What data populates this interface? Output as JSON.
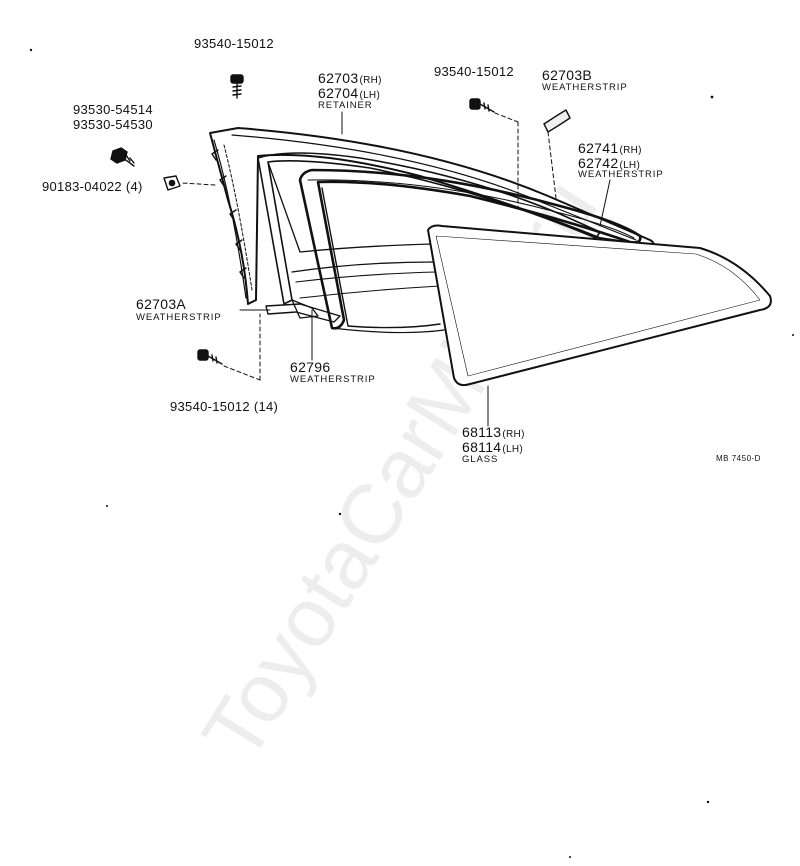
{
  "watermark": "ToyotaCarMine.ru",
  "callouts": {
    "screw_top": "93540-15012",
    "bolt_top_left_a": "93530-54514",
    "bolt_top_left_b": "93530-54530",
    "nut": "90183-04022 (4)",
    "retainer_rh": "62703",
    "retainer_rh_suffix": "(RH)",
    "retainer_lh": "62704",
    "retainer_lh_suffix": "(LH)",
    "retainer_desc": "RETAINER",
    "screw_top_right": "93540-15012",
    "weatherstrip_b": "62703B",
    "weatherstrip_b_desc": "WEATHERSTRIP",
    "weatherstrip_rh": "62741",
    "weatherstrip_rh_suffix": "(RH)",
    "weatherstrip_lh": "62742",
    "weatherstrip_lh_suffix": "(LH)",
    "weatherstrip_rhlh_desc": "WEATHERSTRIP",
    "weatherstrip_a": "62703A",
    "weatherstrip_a_desc": "WEATHERSTRIP",
    "weatherstrip_62796": "62796",
    "weatherstrip_62796_desc": "WEATHERSTRIP",
    "screw_bottom": "93540-15012 (14)",
    "glass_rh": "68113",
    "glass_rh_suffix": "(RH)",
    "glass_lh": "68114",
    "glass_lh_suffix": "(LH)",
    "glass_desc": "GLASS",
    "diagram_code": "MB 7450-D"
  }
}
